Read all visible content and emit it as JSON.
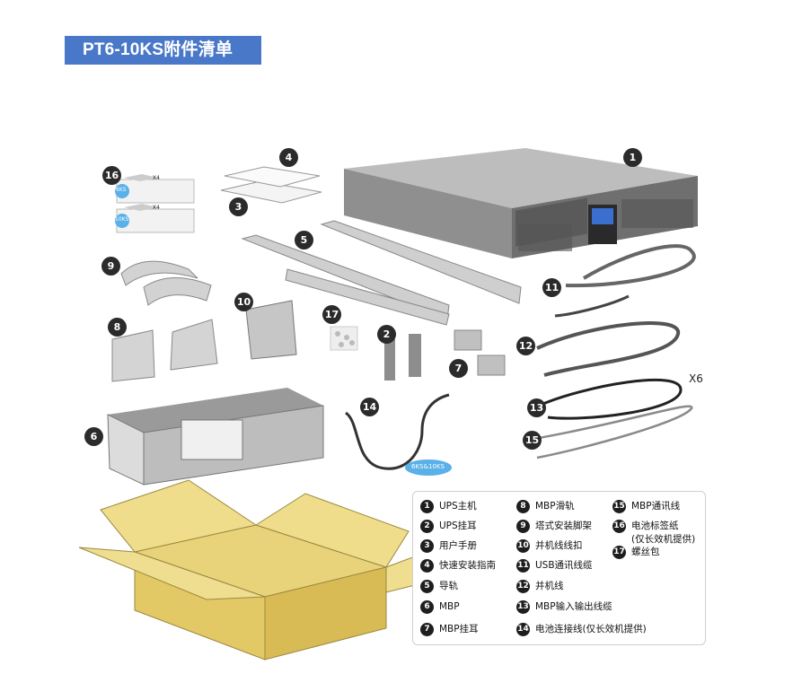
{
  "title": "PT6-10KS附件清单",
  "badges": [
    "1",
    "2",
    "3",
    "4",
    "5",
    "6",
    "7",
    "8",
    "9",
    "10",
    "11",
    "12",
    "13",
    "14",
    "15",
    "16",
    "17"
  ],
  "labels": {
    "x6": "X6",
    "sticker_16a": "6KS",
    "sticker_16b": "10KS",
    "cable_14": "6KS&10KS",
    "x4_a": "X4",
    "x4_b": "X4"
  },
  "legend": [
    {
      "num": "1",
      "text": "UPS主机"
    },
    {
      "num": "2",
      "text": "UPS挂耳"
    },
    {
      "num": "3",
      "text": "用户手册"
    },
    {
      "num": "4",
      "text": "快速安装指南"
    },
    {
      "num": "5",
      "text": "导轨"
    },
    {
      "num": "6",
      "text": "MBP"
    },
    {
      "num": "7",
      "text": "MBP挂耳"
    },
    {
      "num": "8",
      "text": "MBP滑轨"
    },
    {
      "num": "9",
      "text": "塔式安装脚架"
    },
    {
      "num": "10",
      "text": "并机线线扣"
    },
    {
      "num": "11",
      "text": "USB通讯线缆"
    },
    {
      "num": "12",
      "text": "并机线"
    },
    {
      "num": "13",
      "text": "MBP输入输出线缆"
    },
    {
      "num": "14",
      "text": "电池连接线(仅长效机提供)"
    },
    {
      "num": "15",
      "text": "MBP通讯线"
    },
    {
      "num": "16",
      "text": "电池标签纸\n(仅长效机提供)"
    },
    {
      "num": "17",
      "text": "螺丝包"
    }
  ],
  "colors": {
    "title_bg": "#4a78c8",
    "badge": "#2b2b2b",
    "box": "#e8d27a",
    "ups": "#8a8a8a"
  }
}
